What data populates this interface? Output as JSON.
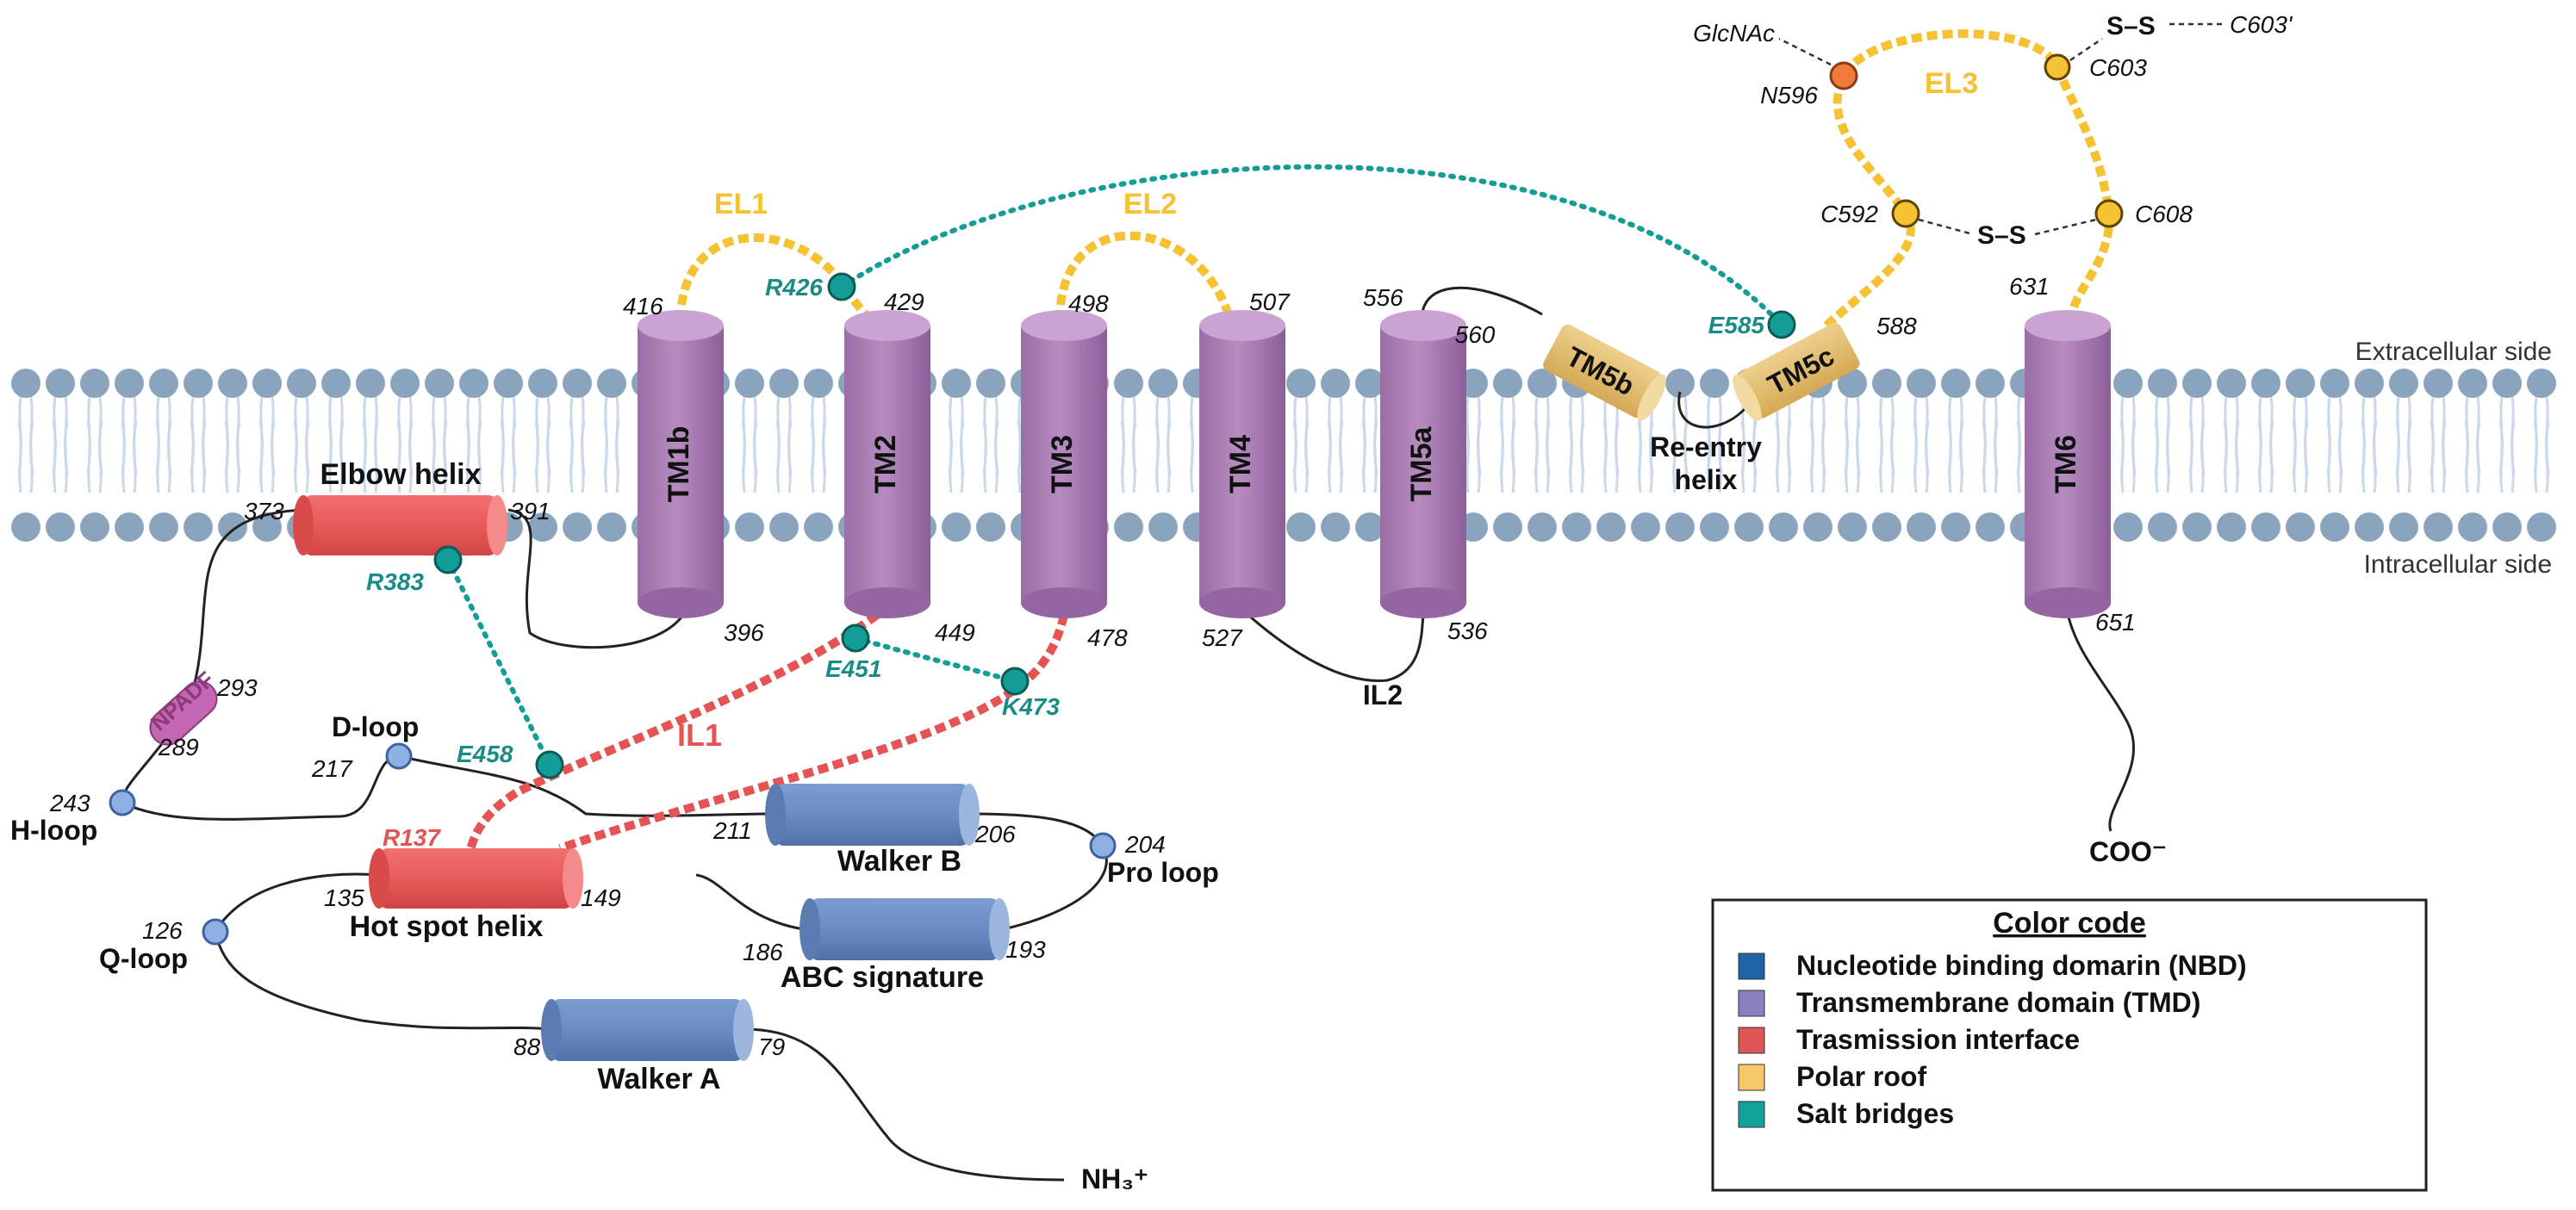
{
  "sides": {
    "extracellular": "Extracellular side",
    "intracellular": "Intracellular side"
  },
  "colors": {
    "nbd": "#6b8ec4",
    "tmd": "#b084bb",
    "transmission": "#e85b5b",
    "polar": "#f4c232",
    "salt": "#149c96",
    "lipid_head": "#8aa4bd",
    "lipid_tail": "#c9d8ea",
    "tm5bc": "#e6c479",
    "npadf": "#c466b2"
  },
  "tm_helices": [
    {
      "id": "tm1b",
      "label": "TM1b",
      "top": "416",
      "bottom": "396"
    },
    {
      "id": "tm2",
      "label": "TM2",
      "top": "429",
      "bottom": "449"
    },
    {
      "id": "tm3",
      "label": "TM3",
      "top": "498",
      "bottom": "478"
    },
    {
      "id": "tm4",
      "label": "TM4",
      "top": "507",
      "bottom": "527"
    },
    {
      "id": "tm5a",
      "label": "TM5a",
      "top": "556",
      "bottom": "536"
    },
    {
      "id": "tm6",
      "label": "TM6",
      "top": "631",
      "bottom": "651"
    }
  ],
  "tm5b": {
    "label": "TM5b",
    "start": "560"
  },
  "tm5c": {
    "label": "TM5c",
    "end": "588"
  },
  "reentry": {
    "line1": "Re-entry",
    "line2": "helix"
  },
  "loops": {
    "el1": "EL1",
    "el2": "EL2",
    "el3": "EL3",
    "il1": "IL1",
    "il2": "IL2"
  },
  "el3_residues": {
    "glcnac": "GlcNAc",
    "n596": "N596",
    "c603": "C603",
    "ss_top": "S–S",
    "c603p": "C603'",
    "c592": "C592",
    "ss_mid": "S–S",
    "c608": "C608"
  },
  "salt_bridges": {
    "r426": "R426",
    "e585": "E585",
    "r383": "R383",
    "e458": "E458",
    "e451": "E451",
    "k473": "K473",
    "r137": "R137"
  },
  "elbow": {
    "label": "Elbow helix",
    "start": "373",
    "end": "391"
  },
  "hotspot": {
    "label": "Hot spot helix",
    "start": "135",
    "end": "149"
  },
  "npadf": {
    "label": "NPADF",
    "start": "293",
    "end": "289"
  },
  "nbd": {
    "walker_b": {
      "label": "Walker B",
      "start": "211",
      "end": "206"
    },
    "abc": {
      "label": "ABC signature",
      "start": "186",
      "end": "193"
    },
    "walker_a": {
      "label": "Walker A",
      "start": "88",
      "end": "79"
    }
  },
  "motifs": {
    "dloop": {
      "label": "D-loop",
      "num": "217"
    },
    "hloop": {
      "label": "H-loop",
      "num": "243"
    },
    "qloop": {
      "label": "Q-loop",
      "num": "126"
    },
    "proloop": {
      "label": "Pro loop",
      "num": "204"
    }
  },
  "termini": {
    "cterm": "COO⁻",
    "nterm": "NH₃⁺"
  },
  "legend": {
    "title": "Color code",
    "items": [
      {
        "label": "Nucleotide binding domarin (NBD)",
        "color": "#1f63a8"
      },
      {
        "label": "Transmembrane domain (TMD)",
        "color": "#8a80c0"
      },
      {
        "label": "Trasmission interface",
        "color": "#e05555"
      },
      {
        "label": "Polar roof",
        "color": "#f7c86a"
      },
      {
        "label": "Salt bridges",
        "color": "#13a19b"
      }
    ]
  }
}
